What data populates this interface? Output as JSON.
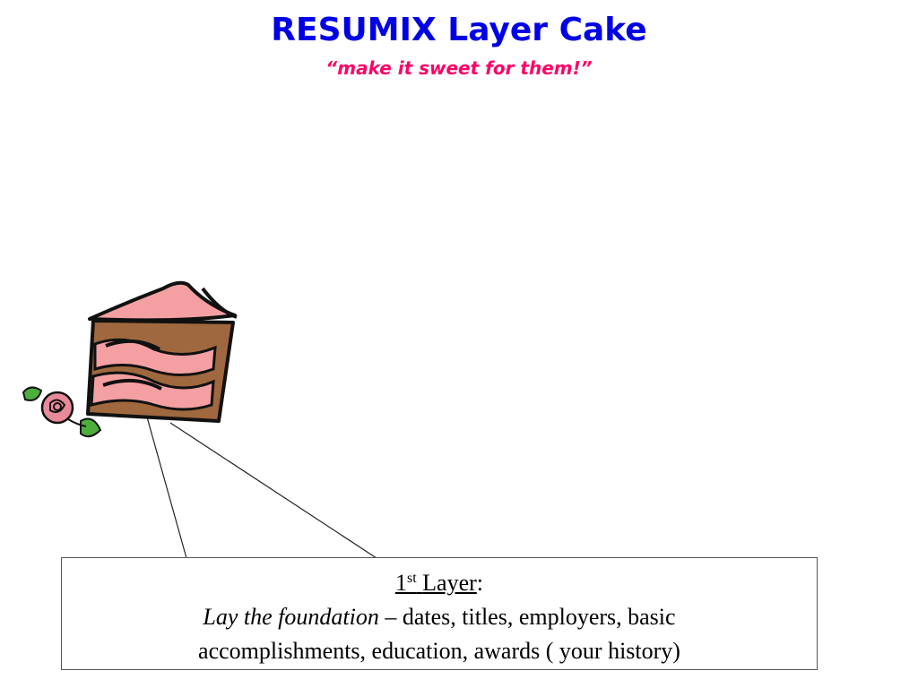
{
  "slide": {
    "title": "RESUMIX Layer Cake",
    "subtitle": "“make it sweet for them!”"
  },
  "callout": {
    "layer_number": "1",
    "layer_suffix": "st",
    "layer_word": "Layer",
    "colon": ":",
    "italic_lead": "Lay the foundation",
    "dash": " – ",
    "text_1": "dates, titles, employers, basic",
    "text_2": "accomplishments, education, awards ( your history)"
  },
  "colors": {
    "title": "#0000e6",
    "subtitle": "#ff0066",
    "frosting": "#f4a0a3",
    "cake": "#a0683f",
    "rose": "#e88a9a",
    "leaf": "#4caf3c"
  },
  "icons": {
    "cake": "cake-slice-icon",
    "rose": "rose-icon"
  }
}
